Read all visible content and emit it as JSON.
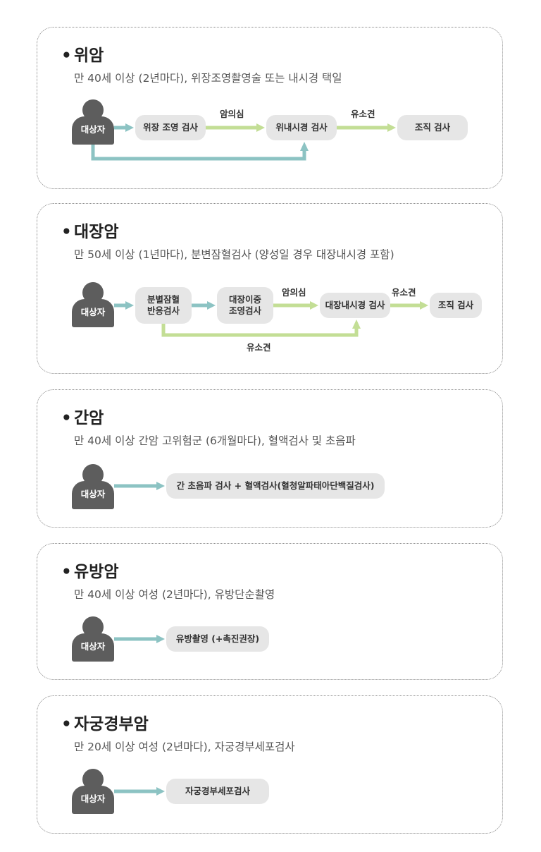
{
  "person_label": "대상자",
  "sections": [
    {
      "title": "위암",
      "subtitle": "만 40세 이상 (2년마다), 위장조영촬영술 또는 내시경 택일",
      "nodes": [
        "위장 조영 검사",
        "위내시경 검사",
        "조직 검사"
      ],
      "edge_labels": [
        "암의심",
        "유소견"
      ]
    },
    {
      "title": "대장암",
      "subtitle": "만 50세 이상 (1년마다), 분변잠혈검사 (양성일 경우 대장내시경 포함)",
      "nodes": [
        "분별잠혈\n반응검사",
        "대장이중\n조영검사",
        "대장내시경 검사",
        "조직 검사"
      ],
      "edge_labels": [
        "암의심",
        "유소견",
        "유소견"
      ]
    },
    {
      "title": "간암",
      "subtitle": "만 40세 이상 간암 고위험군 (6개월마다), 혈액검사 및 초음파",
      "nodes": [
        "간 초음파 검사 + 혈액검사(혈청알파태아단백질검사)"
      ]
    },
    {
      "title": "유방암",
      "subtitle": "만 40세 이상 여성 (2년마다), 유방단순촬영",
      "nodes": [
        "유방촬영 (+촉진권장)"
      ]
    },
    {
      "title": "자궁경부암",
      "subtitle": "만 20세 이상 여성 (2년마다), 자궁경부세포검사",
      "nodes": [
        "자궁경부세포검사"
      ]
    }
  ],
  "colors": {
    "teal_arrow": "#8cc3c3",
    "green_arrow": "#c3de95",
    "node_fill": "#e6e6e6",
    "person_fill": "#5d5d5d",
    "border": "#8a8a8a"
  }
}
